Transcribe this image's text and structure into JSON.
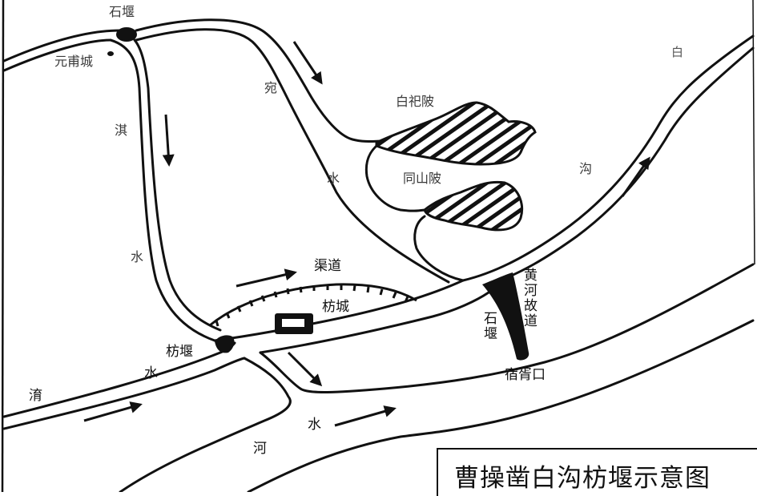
{
  "title": "曹操凿白沟枋堰示意图",
  "rivers": {
    "qi_shui": {
      "label_chars": [
        "淇",
        "水"
      ]
    },
    "wan_shui": {
      "label_chars": [
        "宛",
        "水"
      ]
    },
    "bai_gou": {
      "label_chars": [
        "白",
        "沟"
      ]
    },
    "qing_shui": {
      "label_chars": [
        "淯",
        "水"
      ]
    },
    "he_shui": {
      "label_chars": [
        "河",
        "水"
      ]
    },
    "canal": {
      "label": "渠道"
    },
    "yellow_river_old_course": {
      "label": "黄河故道"
    }
  },
  "places": {
    "shiyan_north": "石堰",
    "yuanfu_cheng": "元甫城",
    "baisi_bei": "白祀陂",
    "tongshan_bei": "同山陂",
    "fang_cheng": "枋城",
    "fang_yan": "枋堰",
    "shiyan_south": "石堰",
    "suxu_kou": "宿胥口"
  },
  "colors": {
    "ink": "#111111",
    "label": "#3a3a3a",
    "paper": "#ffffff"
  }
}
